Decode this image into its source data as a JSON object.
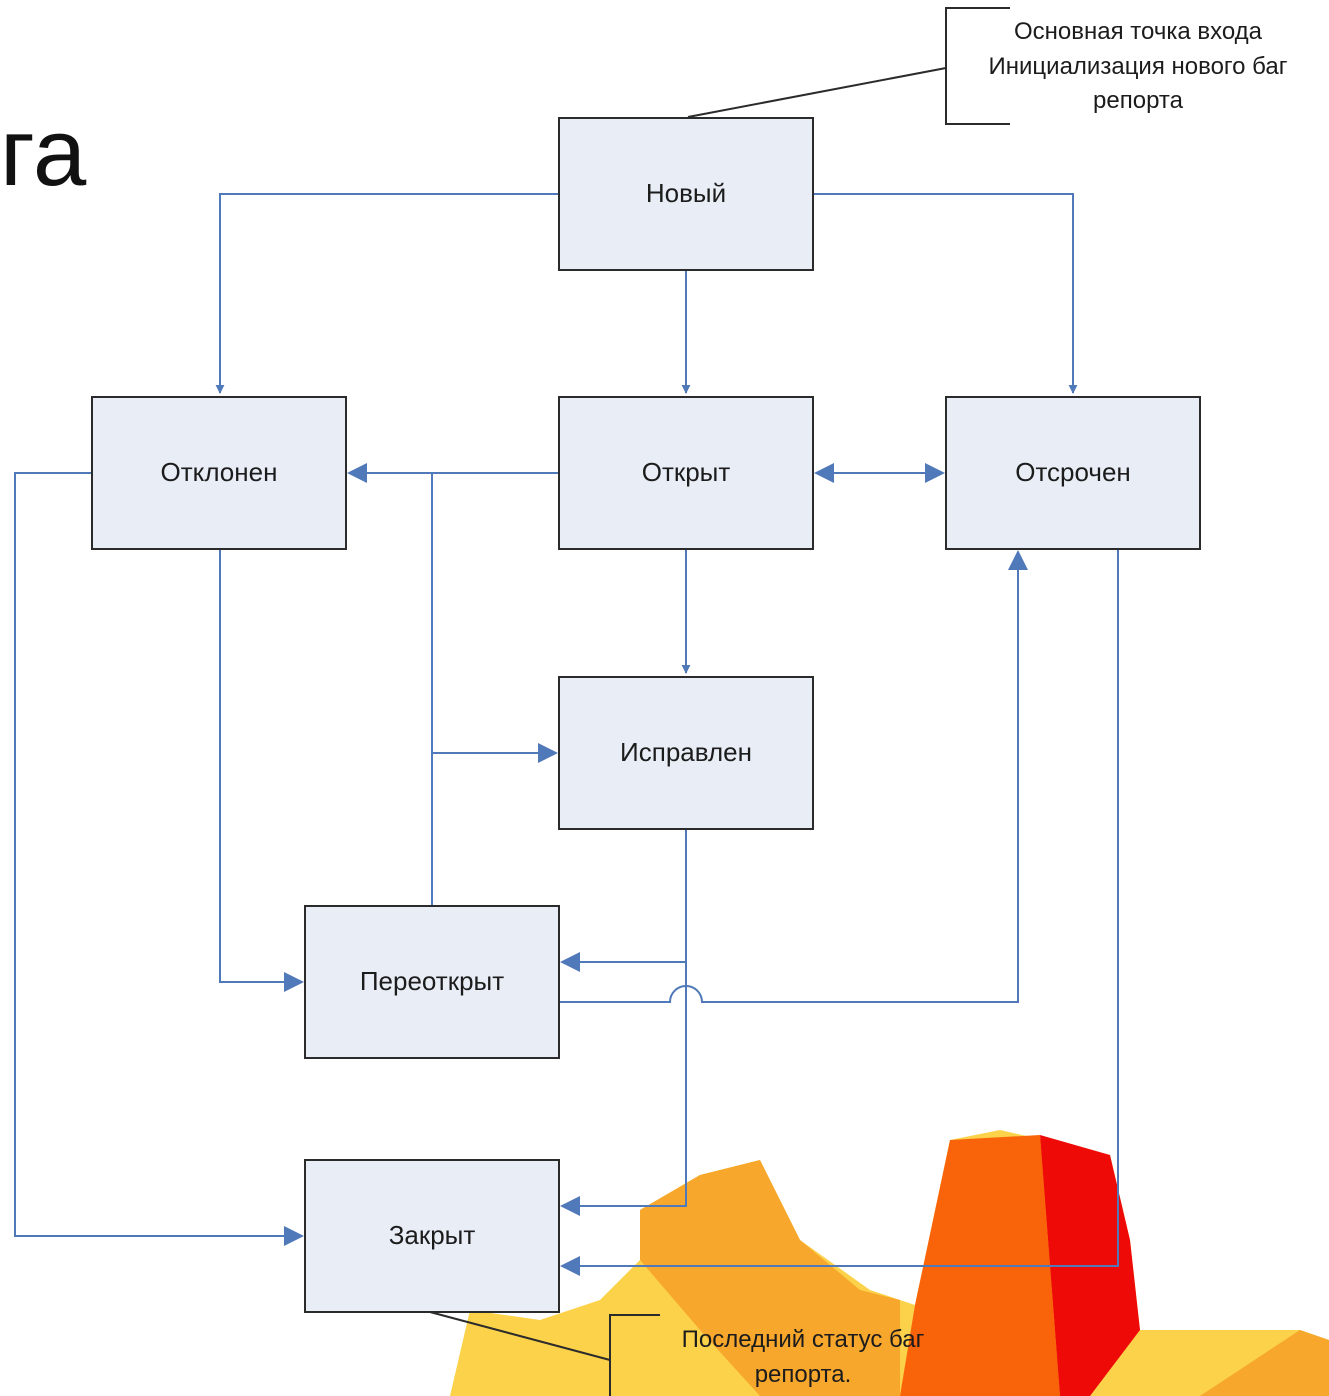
{
  "title_fragment": "га",
  "states": {
    "new": "Новый",
    "rejected": "Отклонен",
    "open": "Открыт",
    "deferred": "Отсрочен",
    "fixed": "Исправлен",
    "reopened": "Переоткрыт",
    "closed": "Закрыт"
  },
  "notes": {
    "entry": [
      "Основная точка входа",
      "Инициализация нового баг",
      "репорта"
    ],
    "final": [
      "Последний статус баг",
      "репорта."
    ]
  },
  "transitions": [
    {
      "from": "Новый",
      "to": "Отклонен"
    },
    {
      "from": "Новый",
      "to": "Открыт"
    },
    {
      "from": "Новый",
      "to": "Отсрочен"
    },
    {
      "from": "Открыт",
      "to": "Отклонен"
    },
    {
      "from": "Открыт",
      "to": "Отсрочен"
    },
    {
      "from": "Отсрочен",
      "to": "Открыт"
    },
    {
      "from": "Открыт",
      "to": "Исправлен"
    },
    {
      "from": "Отклонен",
      "to": "Переоткрыт"
    },
    {
      "from": "Отклонен",
      "to": "Закрыт"
    },
    {
      "from": "Переоткрыт",
      "to": "Отклонен"
    },
    {
      "from": "Переоткрыт",
      "to": "Исправлен"
    },
    {
      "from": "Переоткрыт",
      "to": "Отсрочен"
    },
    {
      "from": "Исправлен",
      "to": "Переоткрыт"
    },
    {
      "from": "Исправлен",
      "to": "Закрыт"
    },
    {
      "from": "Отсрочен",
      "to": "Закрыт"
    }
  ],
  "colors": {
    "box_fill": "#e8edf6",
    "box_stroke": "#2b2b2b",
    "connector": "#4f79b8",
    "decor_yellow": "#fcd24a",
    "decor_orange": "#f7a72c",
    "decor_deep_orange": "#f9640a",
    "decor_red": "#ee0a06"
  }
}
